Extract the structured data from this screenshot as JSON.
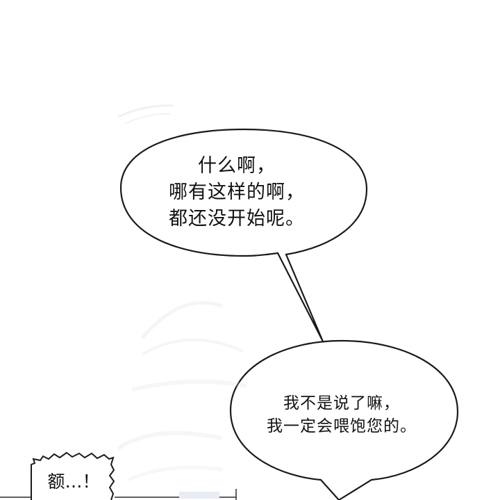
{
  "speech_bubbles": {
    "top": {
      "lines": [
        "什么啊，",
        "哪有这样的啊，",
        "都还没开始呢。"
      ]
    },
    "bottom": {
      "lines": [
        "我不是说了嘛，",
        "我一定会喂饱您的。"
      ]
    }
  },
  "caption_box": {
    "text": "额…！"
  },
  "colors": {
    "background": "#ffffff",
    "outline": "#1a1a1a",
    "text": "#111111"
  }
}
